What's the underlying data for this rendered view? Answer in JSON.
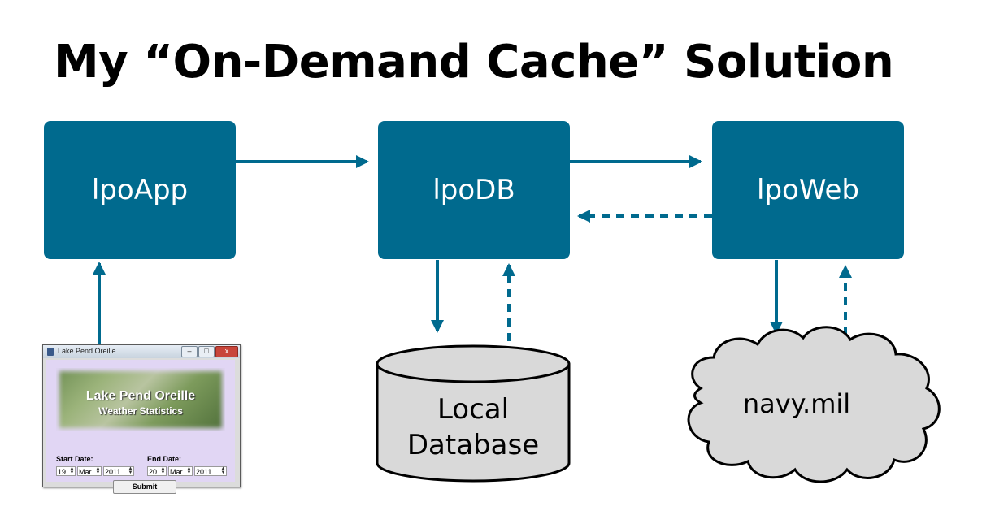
{
  "title": "My “On-Demand Cache” Solution",
  "nodes": {
    "app": "lpoApp",
    "db": "lpoDB",
    "web": "lpoWeb"
  },
  "database_label": [
    "Local",
    "Database"
  ],
  "cloud_label": "navy.mil",
  "app_window": {
    "window_title": "Lake Pend Oreille",
    "controls": [
      "–",
      "□",
      "x"
    ],
    "banner_title": "Lake Pend Oreille",
    "banner_subtitle": "Weather Statistics",
    "start_date_label": "Start Date:",
    "end_date_label": "End Date:",
    "start_day": "19",
    "start_month": "Mar",
    "start_year": "2011",
    "end_day": "20",
    "end_month": "Mar",
    "end_year": "2011",
    "submit_label": "Submit"
  },
  "colors": {
    "box": "#006a8e",
    "arrow": "#006a8e",
    "window_body": "#e1d6f4",
    "shape_fill": "#d9d9d9"
  }
}
